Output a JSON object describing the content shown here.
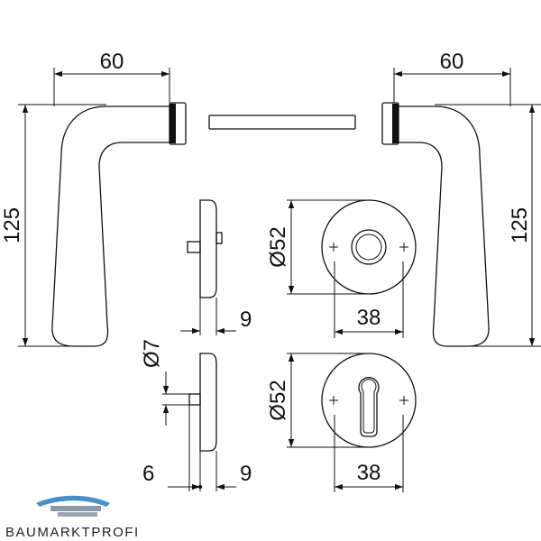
{
  "dimensions": {
    "left_handle_width": "60",
    "right_handle_width": "60",
    "left_handle_height": "125",
    "right_handle_height": "125",
    "rose_diameter_top": "Ø52",
    "rose_diameter_bottom": "Ø52",
    "rose_width_top": "38",
    "rose_width_bottom": "38",
    "rose_thickness_top": "9",
    "rose_thickness_bottom": "9",
    "pin_diameter": "Ø7",
    "pin_length": "6"
  },
  "logo": {
    "text": "BAUMARKTPROFI",
    "colors": {
      "swoosh": "#4a90c8",
      "text": "#222222"
    }
  }
}
